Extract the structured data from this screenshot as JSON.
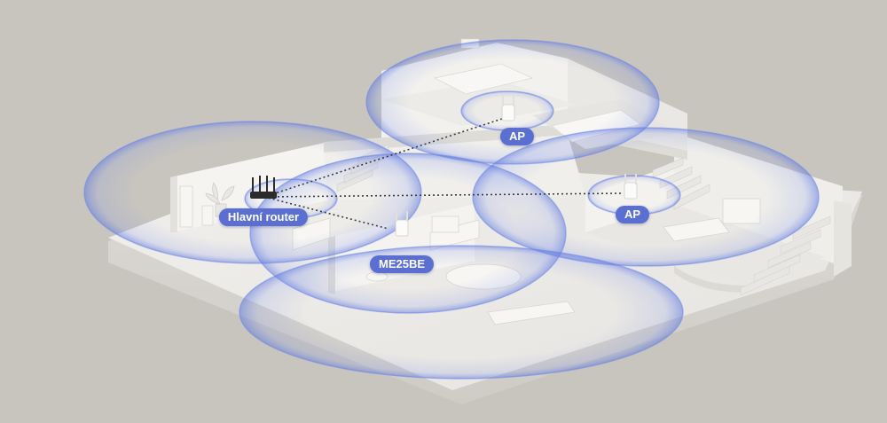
{
  "colors": {
    "background": "#c8c5be",
    "floor": "#efedea",
    "wall": "#f7f6f4",
    "wall_shade": "#e2e0dc",
    "coverage_ring": "#6f86e6",
    "label_fill": "#5b6fd0",
    "label_text": "#ffffff"
  },
  "labels": {
    "main_router": "Hlavní router",
    "extender": "ME25BE",
    "ap_upper": "AP",
    "ap_right": "AP"
  },
  "icons": {
    "router": "router-icon",
    "extender": "extender-icon",
    "access_point": "access-point-icon"
  }
}
